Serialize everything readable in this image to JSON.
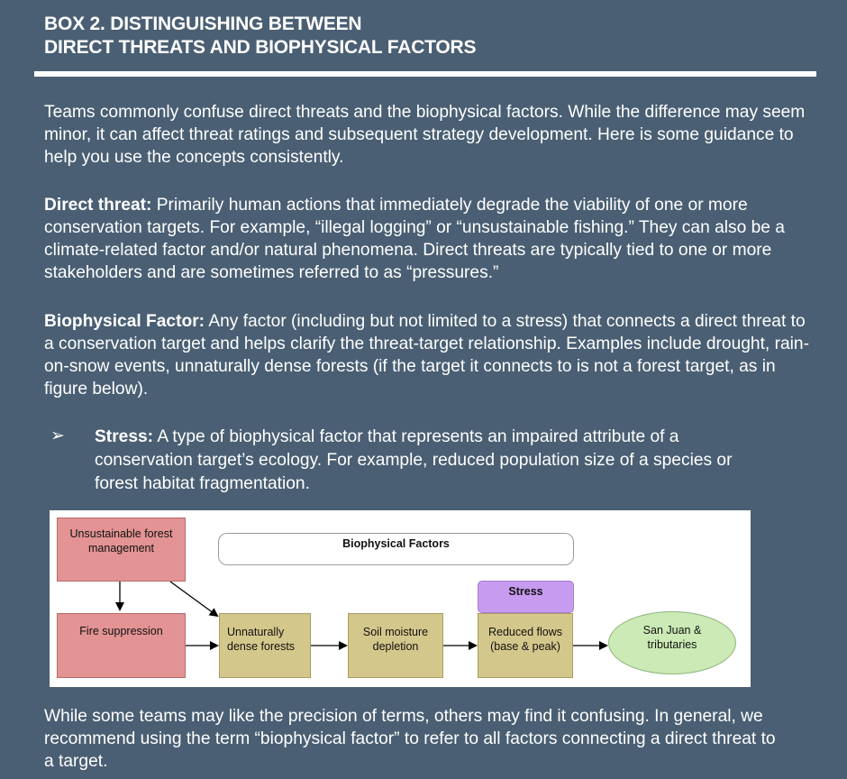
{
  "box": {
    "title_line1": "BOX 2. DISTINGUISHING BETWEEN",
    "title_line2": "DIRECT THREATS AND BIOPHYSICAL FACTORS"
  },
  "intro": "Teams commonly confuse direct threats and the biophysical factors. While the difference may seem minor, it can affect threat ratings and subsequent strategy development. Here is some guidance to help you use the concepts consistently.",
  "direct_threat": {
    "term": "Direct threat:",
    "definition": " Primarily human actions that immediately degrade the viability of one or more conservation targets. For example, “illegal logging” or “unsustainable fishing.” They can also be a climate-related factor and/or natural phenomena. Direct threats are typically tied to one or more stakeholders and are sometimes referred to as “pressures.”"
  },
  "biophysical_factor": {
    "term": "Biophysical Factor:",
    "definition": " Any factor (including but not limited to a stress) that connects a direct threat to a conservation target and helps clarify the threat-target relationship. Examples include drought, rain-on-snow events, unnaturally dense forests (if the target it connects to is not a forest target, as in figure below)."
  },
  "stress": {
    "bullet": "➢",
    "term": "Stress:",
    "definition": " A type of biophysical factor that represents an impaired attribute of a conservation target’s ecology. For example, reduced population size of a species or forest habitat fragmentation."
  },
  "diagram": {
    "unsustainable": "Unsustainable forest management",
    "fire": "Fire suppression",
    "biophysical_header": "Biophysical Factors",
    "stress_header": "Stress",
    "dense": "Unnaturally dense forests",
    "soil": "Soil moisture depletion",
    "reduced": "Reduced flows (base & peak)",
    "target": "San Juan & tributaries"
  },
  "closing": "While some teams may like the precision of terms, others may find it confusing. In general, we recommend using the term “biophysical factor” to refer to all factors connecting a direct threat to a target."
}
